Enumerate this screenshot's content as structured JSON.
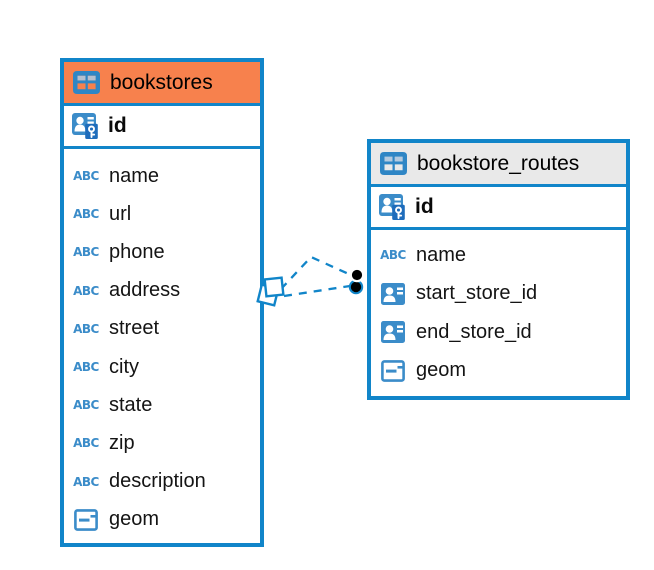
{
  "icons": {
    "text_glyph": "ABC",
    "table_icon": "table-icon",
    "primary_key_icon": "primary-key-icon",
    "reference_icon": "reference-type-icon",
    "geometry_icon": "geometry-type-icon"
  },
  "colors": {
    "table_border_blue": "#1185C9",
    "icon_blue": "#3B8CC9",
    "key_badge_blue": "#1E6CBB",
    "bookstores_header_orange": "#F7814D",
    "routes_header_gray": "#E9E9E9",
    "relationship_line_blue": "#1185C9",
    "relationship_dot_black": "#000000"
  },
  "diagram": {
    "tables": [
      {
        "name": "bookstores",
        "header_style": "orange",
        "primary_key": {
          "label": "id",
          "icon": "primary-key"
        },
        "columns": [
          {
            "label": "name",
            "type": "text"
          },
          {
            "label": "url",
            "type": "text"
          },
          {
            "label": "phone",
            "type": "text"
          },
          {
            "label": "address",
            "type": "text"
          },
          {
            "label": "street",
            "type": "text"
          },
          {
            "label": "city",
            "type": "text"
          },
          {
            "label": "state",
            "type": "text"
          },
          {
            "label": "zip",
            "type": "text"
          },
          {
            "label": "description",
            "type": "text"
          },
          {
            "label": "geom",
            "type": "geometry"
          }
        ]
      },
      {
        "name": "bookstore_routes",
        "header_style": "gray",
        "primary_key": {
          "label": "id",
          "icon": "primary-key"
        },
        "columns": [
          {
            "label": "name",
            "type": "text"
          },
          {
            "label": "start_store_id",
            "type": "reference"
          },
          {
            "label": "end_store_id",
            "type": "reference"
          },
          {
            "label": "geom",
            "type": "geometry"
          }
        ]
      }
    ],
    "relationships": [
      {
        "from": "bookstores",
        "to": "bookstore_routes",
        "line_style": "dashed"
      },
      {
        "from": "bookstores",
        "to": "bookstore_routes",
        "line_style": "dashed"
      }
    ]
  }
}
